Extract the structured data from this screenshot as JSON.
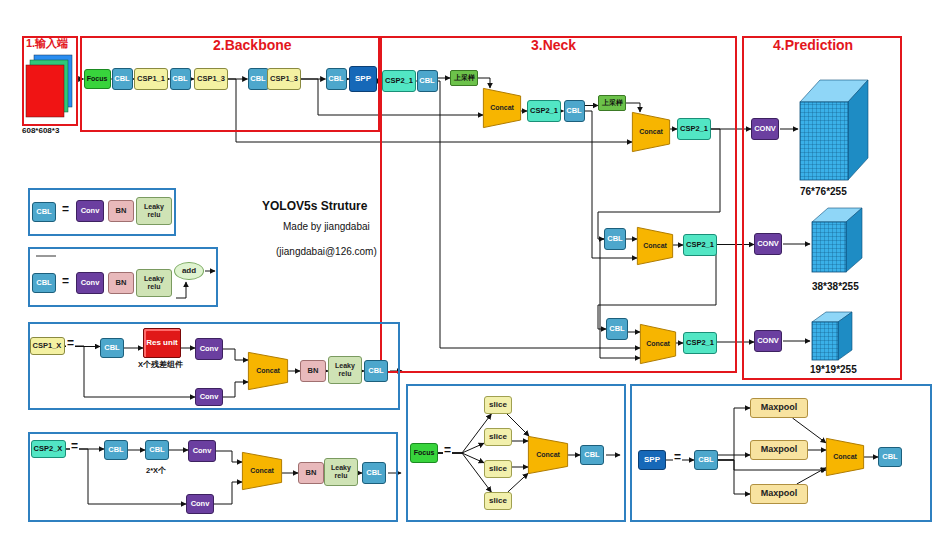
{
  "diagram": {
    "title": "YOLOV5s Struture",
    "nodes": [
      {
        "text": [
          "1.输入端"
        ]
      },
      {
        "text": [
          "2.Backbone"
        ]
      },
      {
        "text": [
          "Focus"
        ],
        "in": 1
      },
      {
        "text": [
          "CBL"
        ],
        "in": 1
      },
      {
        "text": [
          "CSP1_1"
        ],
        "in": 1
      },
      {
        "text": [
          "CBL"
        ],
        "in": 1
      },
      {
        "text": [
          "CSP1_3"
        ],
        "in": 1
      },
      {
        "text": [
          "CBL"
        ],
        "in": 1
      },
      {
        "text": [
          "CSP1_3"
        ],
        "in": 1
      },
      {
        "text": [
          "CBL"
        ],
        "in": 1
      },
      {
        "text": [
          "SPP"
        ],
        "in": 1
      },
      {
        "text": [
          "3.Neck"
        ]
      },
      {
        "text": [
          "CSP2_1"
        ],
        "in": 11
      },
      {
        "text": [
          "CBL"
        ],
        "in": 11
      },
      {
        "text": [
          "上采样"
        ],
        "in": 11
      },
      {
        "text": [
          "Concat"
        ],
        "in": 11
      },
      {
        "text": [
          "CSP2_1"
        ],
        "in": 11
      },
      {
        "text": [
          "CBL"
        ],
        "in": 11
      },
      {
        "text": [
          "上采样"
        ],
        "in": 11
      },
      {
        "text": [
          "Concat"
        ],
        "in": 11
      },
      {
        "text": [
          "CSP2_1"
        ],
        "in": 11
      },
      {
        "text": [
          "CBL"
        ],
        "in": 11
      },
      {
        "text": [
          "Concat"
        ],
        "in": 11
      },
      {
        "text": [
          "CSP2_1"
        ],
        "in": 11
      },
      {
        "text": [
          "CBL"
        ],
        "in": 11
      },
      {
        "text": [
          "Concat"
        ],
        "in": 11
      },
      {
        "text": [
          "CSP2_1"
        ],
        "in": 11
      },
      {
        "text": [
          "4.Prediction"
        ]
      },
      {
        "text": [
          "CONV"
        ],
        "in": 27
      },
      {
        "text": [
          "CONV"
        ],
        "in": 27
      },
      {
        "text": [
          "CONV"
        ],
        "in": 27
      },
      {
        "text": [
          "="
        ]
      },
      {
        "text": [
          "CBL"
        ],
        "in": 31
      },
      {
        "text": [
          "Conv"
        ],
        "in": 31
      },
      {
        "text": [
          "BN"
        ],
        "in": 31
      },
      {
        "text": [
          "Leaky relu"
        ],
        "in": 31
      },
      {
        "text": [
          "="
        ]
      },
      {
        "text": [
          "CBL"
        ],
        "in": 36
      },
      {
        "text": [
          "Conv"
        ],
        "in": 36
      },
      {
        "text": [
          "BN"
        ],
        "in": 36
      },
      {
        "text": [
          "Leaky relu"
        ],
        "in": 36
      },
      {
        "text": [
          "add"
        ],
        "in": 36
      },
      {
        "text": [
          "="
        ]
      },
      {
        "text": [
          "CSP1_X"
        ],
        "in": 42
      },
      {
        "text": [
          "CBL"
        ],
        "in": 42
      },
      {
        "text": [
          "Res unit"
        ],
        "in": 42
      },
      {
        "text": [
          "Conv"
        ],
        "in": 42
      },
      {
        "text": [
          "Conv"
        ],
        "in": 42
      },
      {
        "text": [
          "Concat"
        ],
        "in": 42
      },
      {
        "text": [
          "BN"
        ],
        "in": 42
      },
      {
        "text": [
          "Leaky relu"
        ],
        "in": 42
      },
      {
        "text": [
          "CBL"
        ],
        "in": 42
      },
      {
        "text": [
          "="
        ]
      },
      {
        "text": [
          "CSP2_X"
        ],
        "in": 52
      },
      {
        "text": [
          "CBL"
        ],
        "in": 52
      },
      {
        "text": [
          "CBL"
        ],
        "in": 52
      },
      {
        "text": [
          "Conv"
        ],
        "in": 52
      },
      {
        "text": [
          "Conv"
        ],
        "in": 52
      },
      {
        "text": [
          "Concat"
        ],
        "in": 52
      },
      {
        "text": [
          "BN"
        ],
        "in": 52
      },
      {
        "text": [
          "Leaky relu"
        ],
        "in": 52
      },
      {
        "text": [
          "CBL"
        ],
        "in": 52
      },
      {
        "text": [
          "="
        ]
      },
      {
        "text": [
          "Focus"
        ],
        "in": 62
      },
      {
        "text": [
          "slice"
        ],
        "in": 62
      },
      {
        "text": [
          "slice"
        ],
        "in": 62
      },
      {
        "text": [
          "slice"
        ],
        "in": 62
      },
      {
        "text": [
          "slice"
        ],
        "in": 62
      },
      {
        "text": [
          "Concat"
        ],
        "in": 62
      },
      {
        "text": [
          "CBL"
        ],
        "in": 62
      },
      {
        "text": [
          "="
        ]
      },
      {
        "text": [
          "SPP"
        ],
        "in": 70
      },
      {
        "text": [
          "CBL"
        ],
        "in": 70
      },
      {
        "text": [
          "Maxpool"
        ],
        "in": 70
      },
      {
        "text": [
          "Maxpool"
        ],
        "in": 70
      },
      {
        "text": [
          "Maxpool"
        ],
        "in": 70
      },
      {
        "text": [
          "Concat"
        ],
        "in": 70
      },
      {
        "text": [
          "CBL"
        ],
        "in": 70
      }
    ],
    "edges": [
      {
        "from": 0,
        "to": 2,
        "arrow": "to"
      },
      {
        "from": 2,
        "to": 3,
        "arrow": "to"
      },
      {
        "from": 3,
        "to": 4,
        "arrow": "to"
      },
      {
        "from": 4,
        "to": 5,
        "arrow": "to"
      },
      {
        "from": 5,
        "to": 6,
        "arrow": "to"
      },
      {
        "from": 6,
        "to": 7,
        "arrow": "to"
      },
      {
        "from": 7,
        "to": 8,
        "arrow": "to"
      },
      {
        "from": 8,
        "to": 9,
        "arrow": "to"
      },
      {
        "from": 9,
        "to": 10,
        "arrow": "to"
      },
      {
        "from": 10,
        "to": 12,
        "arrow": "to"
      },
      {
        "from": 12,
        "to": 13,
        "arrow": "to"
      },
      {
        "from": 13,
        "to": 14,
        "arrow": "to"
      },
      {
        "from": 14,
        "to": 15,
        "arrow": "to"
      },
      {
        "from": 15,
        "to": 16,
        "arrow": "to"
      },
      {
        "from": 16,
        "to": 17,
        "arrow": "to"
      },
      {
        "from": 17,
        "to": 18,
        "arrow": "to"
      },
      {
        "from": 18,
        "to": 19,
        "arrow": "to"
      },
      {
        "from": 19,
        "to": 20,
        "arrow": "to"
      },
      {
        "from": 20,
        "to": 28,
        "arrow": "to"
      },
      {
        "from": 6,
        "to": 19,
        "arrow": "to"
      },
      {
        "from": 8,
        "to": 15,
        "arrow": "to"
      },
      {
        "from": 13,
        "to": 25,
        "arrow": "to"
      },
      {
        "from": 17,
        "to": 22,
        "arrow": "to"
      },
      {
        "from": 20,
        "to": 21,
        "arrow": "to"
      },
      {
        "from": 21,
        "to": 22,
        "arrow": "to"
      },
      {
        "from": 22,
        "to": 23,
        "arrow": "to"
      },
      {
        "from": 23,
        "to": 29,
        "arrow": "to"
      },
      {
        "from": 23,
        "to": 24,
        "arrow": "to"
      },
      {
        "from": 21,
        "to": 25,
        "arrow": "to"
      },
      {
        "from": 24,
        "to": 25,
        "arrow": "to"
      },
      {
        "from": 25,
        "to": 26,
        "arrow": "to"
      },
      {
        "from": 26,
        "to": 30,
        "arrow": "to"
      },
      {
        "from": 43,
        "to": 44,
        "arrow": "to"
      },
      {
        "from": 44,
        "to": 45,
        "arrow": "to"
      },
      {
        "from": 45,
        "to": 46,
        "arrow": "to"
      },
      {
        "from": 46,
        "to": 48,
        "arrow": "to"
      },
      {
        "from": 43,
        "to": 47,
        "arrow": "to"
      },
      {
        "from": 47,
        "to": 48,
        "arrow": "to"
      },
      {
        "from": 48,
        "to": 49,
        "arrow": "to"
      },
      {
        "from": 49,
        "to": 50,
        "arrow": "to"
      },
      {
        "from": 50,
        "to": 51,
        "arrow": "to"
      },
      {
        "from": 53,
        "to": 54,
        "arrow": "to"
      },
      {
        "from": 54,
        "to": 55,
        "arrow": "to"
      },
      {
        "from": 55,
        "to": 56,
        "arrow": "to"
      },
      {
        "from": 56,
        "to": 58,
        "arrow": "to"
      },
      {
        "from": 53,
        "to": 57,
        "arrow": "to"
      },
      {
        "from": 57,
        "to": 58,
        "arrow": "to"
      },
      {
        "from": 58,
        "to": 59,
        "arrow": "to"
      },
      {
        "from": 59,
        "to": 60,
        "arrow": "to"
      },
      {
        "from": 60,
        "to": 61,
        "arrow": "to"
      },
      {
        "from": 63,
        "to": 64,
        "arrow": "to"
      },
      {
        "from": 63,
        "to": 65,
        "arrow": "to"
      },
      {
        "from": 63,
        "to": 66,
        "arrow": "to"
      },
      {
        "from": 63,
        "to": 67,
        "arrow": "to"
      },
      {
        "from": 64,
        "to": 68,
        "arrow": "to"
      },
      {
        "from": 65,
        "to": 68,
        "arrow": "to"
      },
      {
        "from": 66,
        "to": 68,
        "arrow": "to"
      },
      {
        "from": 67,
        "to": 68,
        "arrow": "to"
      },
      {
        "from": 68,
        "to": 69,
        "arrow": "to"
      },
      {
        "from": 71,
        "to": 72,
        "arrow": "to"
      },
      {
        "from": 72,
        "to": 73,
        "arrow": "to"
      },
      {
        "from": 72,
        "to": 74,
        "arrow": "to"
      },
      {
        "from": 72,
        "to": 75,
        "arrow": "to"
      },
      {
        "from": 72,
        "to": 76,
        "arrow": "to"
      },
      {
        "from": 73,
        "to": 76,
        "arrow": "to"
      },
      {
        "from": 74,
        "to": 76,
        "arrow": "to"
      },
      {
        "from": 75,
        "to": 76,
        "arrow": "to"
      },
      {
        "from": 76,
        "to": 77,
        "arrow": "to"
      }
    ],
    "labels": [
      "608*608*3",
      "Made by jiangdabai",
      "(jiangdabai@126.com)",
      "76*76*255",
      "38*38*255",
      "19*19*255",
      "X个残差组件",
      "2*X个"
    ]
  }
}
